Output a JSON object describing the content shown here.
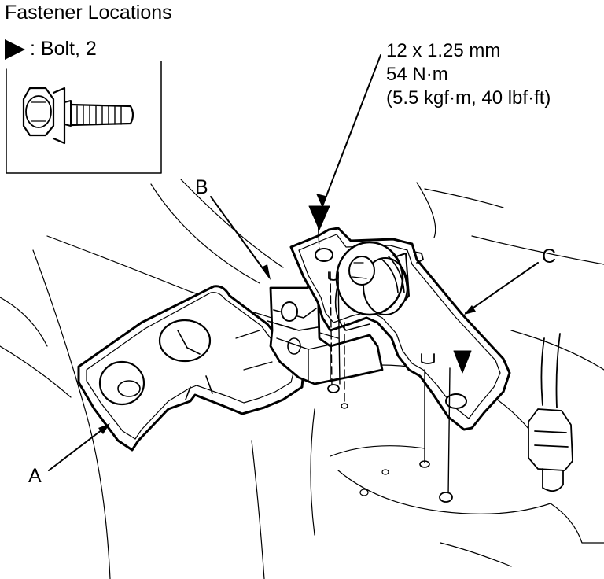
{
  "title": "Fastener Locations",
  "legend": {
    "marker_icon": "filled-triangle-icon",
    "text": ": Bolt, 2"
  },
  "torque_spec": {
    "line1": "12 x 1.25 mm",
    "line2": "54 N·m",
    "line3": "(5.5 kgf·m, 40 lbf·ft)"
  },
  "callouts": {
    "a": "A",
    "b": "B",
    "c": "C"
  }
}
